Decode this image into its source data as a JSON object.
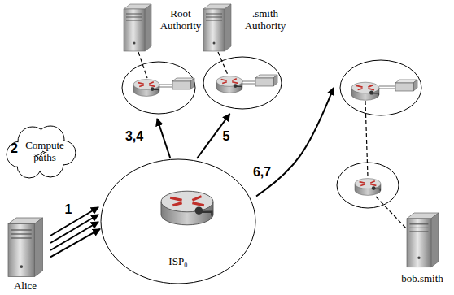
{
  "diagram": {
    "nodes": [
      {
        "text": [
          "Root Authority"
        ]
      },
      {
        "text": [
          ".smith Authority"
        ]
      },
      {
        "text": [
          "2",
          "Compute paths"
        ]
      },
      {
        "text": [
          "Alice"
        ]
      },
      {
        "text": [
          "ISP₀"
        ]
      },
      {
        "text": [
          "bob.smith"
        ]
      }
    ],
    "edges": [
      {
        "from": 3,
        "to": 4,
        "arrow": "to",
        "label": "1"
      },
      {
        "from": 4,
        "to": 0,
        "arrow": "to",
        "label": "3,4"
      },
      {
        "from": 4,
        "to": 1,
        "arrow": "to",
        "label": "5"
      },
      {
        "from": 4,
        "to": 5,
        "arrow": "to",
        "label": "6,7"
      }
    ]
  }
}
